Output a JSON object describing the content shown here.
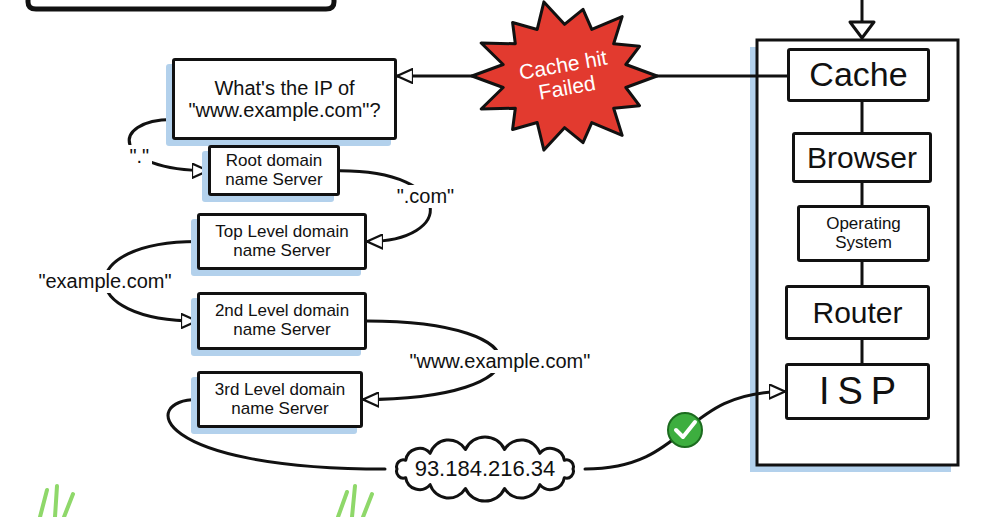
{
  "diagram": {
    "nodes": [
      {
        "text": [
          "What's the IP of \"www.example.com\"?"
        ]
      },
      {
        "text": [
          "Cache hit Failed"
        ]
      },
      {
        "text": [
          "Cache"
        ]
      },
      {
        "text": [
          "Browser"
        ]
      },
      {
        "text": [
          "Operating System"
        ]
      },
      {
        "text": [
          "Router"
        ]
      },
      {
        "text": [
          "ISP"
        ]
      },
      {
        "text": [
          "Root domain name Server"
        ]
      },
      {
        "text": [
          "Top Level domain name Server"
        ]
      },
      {
        "text": [
          "2nd Level domain name Server"
        ]
      },
      {
        "text": [
          "3rd Level domain name Server"
        ]
      },
      {
        "text": [
          "93.184.216.34"
        ]
      }
    ],
    "edges": [
      {
        "from": 2,
        "to": 1,
        "arrow": "none"
      },
      {
        "from": 1,
        "to": 0,
        "arrow": "to"
      },
      {
        "from": 0,
        "to": 7,
        "label": "\".\"",
        "arrow": "to"
      },
      {
        "from": 7,
        "to": 8,
        "label": "\".com\"",
        "arrow": "to"
      },
      {
        "from": 8,
        "to": 9,
        "label": "\"example.com\"",
        "arrow": "to"
      },
      {
        "from": 9,
        "to": 10,
        "label": "\"www.example.com\"",
        "arrow": "to"
      },
      {
        "from": 10,
        "to": 11,
        "arrow": "none"
      },
      {
        "from": 11,
        "to": 6,
        "arrow": "to"
      },
      {
        "from": 2,
        "to": 3,
        "arrow": "none"
      },
      {
        "from": 3,
        "to": 4,
        "arrow": "none"
      },
      {
        "from": 4,
        "to": 5,
        "arrow": "none"
      },
      {
        "from": 5,
        "to": 6,
        "arrow": "none"
      }
    ]
  }
}
